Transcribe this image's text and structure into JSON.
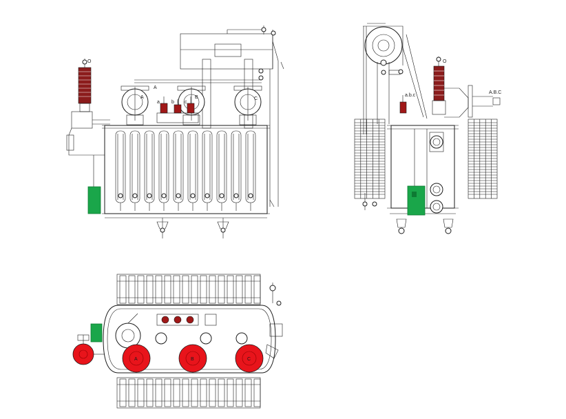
{
  "labels": {
    "front_phase_a": "A",
    "front_phase_b": "B",
    "front_phase_c": "C",
    "front_bushing_o": "O",
    "front_mark_a": "A",
    "front_small_a": "a",
    "front_small_b": "b",
    "front_small_c": "c",
    "side_bushing_o": "O",
    "side_abc": "A.B.C",
    "side_obc": "a.b.c",
    "top_phase_a": "A",
    "top_phase_b": "B",
    "top_phase_c": "C",
    "nameplate_line1": "",
    "nameplate_line2": ""
  },
  "colors": {
    "line": "#1a1a1a",
    "bushing_hv": "#8b1c1c",
    "bushing_lv": "#a01818",
    "control_box": "#1aa64a",
    "control_box_dark": "#0e7a33",
    "top_bushing_fill": "#e8141b",
    "nameplate_text": "#3ab85c"
  },
  "views": [
    "front-elevation",
    "side-elevation",
    "plan-view"
  ]
}
